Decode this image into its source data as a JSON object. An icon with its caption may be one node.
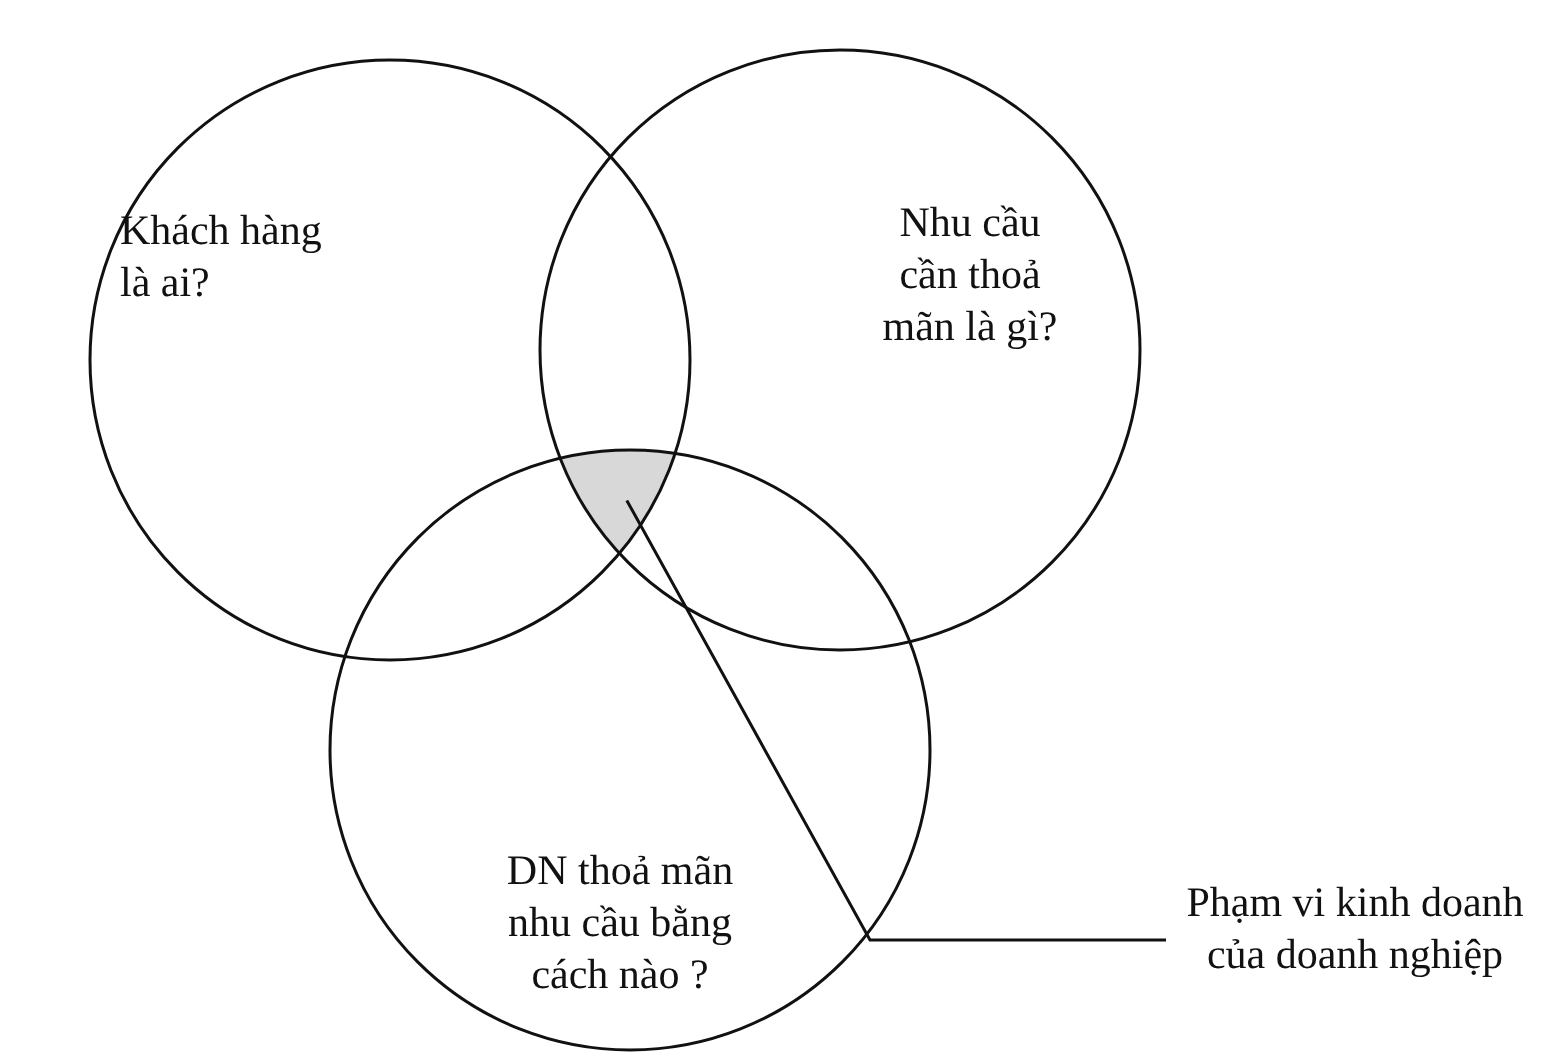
{
  "diagram": {
    "nodes": [
      {
        "text": [
          "Khách hàng là ai?"
        ]
      },
      {
        "text": [
          "Nhu cầu cần thoả mãn là gì?"
        ]
      },
      {
        "text": [
          "DN thoả mãn nhu cầu bằng cách nào ?"
        ]
      },
      {
        "text": [],
        "shape": "area"
      },
      {
        "text": [
          "Phạm vi kinh doanh của doanh nghiệp"
        ]
      }
    ],
    "edges": [
      {
        "from": 4,
        "to": 3,
        "arrow": "none"
      }
    ]
  }
}
